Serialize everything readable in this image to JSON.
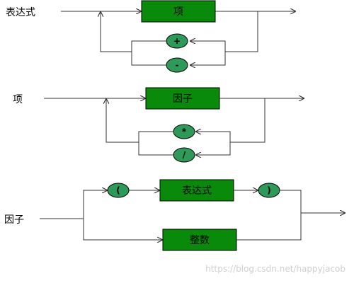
{
  "labels": {
    "expr": "表达式",
    "term": "项",
    "factor": "因子"
  },
  "boxes": {
    "expr_term": "项",
    "term_factor": "因子",
    "factor_expr": "表达式",
    "factor_int": "整数"
  },
  "ops": {
    "plus": "+",
    "minus": "-",
    "mul": "*",
    "div": "/",
    "lparen": "(",
    "rparen": ")"
  },
  "watermark": "https://blog.csdn.net/happyjacob",
  "colors": {
    "box_fill": "#0a8a0a",
    "oval_fill": "#2e9a5a",
    "line": "#333333"
  }
}
